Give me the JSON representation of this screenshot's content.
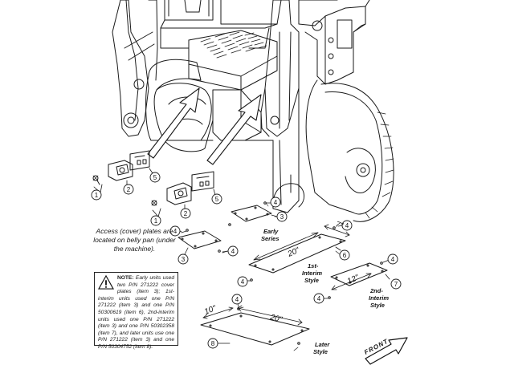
{
  "access_text": "Access (cover) plates are located on belly pan (under the machine).",
  "note": {
    "heading": "NOTE:",
    "body": "Early units used two P/N 271222 cover plates (item 3); 1st-interim units used one P/N 271222 (item 3) and one P/N 50300619 (item 6), 2nd-interim units used one P/N 271222 (item 3) and one P/N 50302358 (item 7), and later units use one P/N 271222 (item 3) and one P/N 50304752 (item 8)."
  },
  "callouts": [
    "1",
    "2",
    "5",
    "1",
    "2",
    "5",
    "4",
    "3",
    "4",
    "3",
    "4",
    "4",
    "6",
    "4",
    "7",
    "4",
    "4",
    "8",
    "4"
  ],
  "labels": {
    "early": [
      "Early",
      "Series"
    ],
    "interim1": [
      "1st-",
      "Interim",
      "Style"
    ],
    "interim2": [
      "2nd-",
      "Interim",
      "Style"
    ],
    "later": [
      "Later",
      "Style"
    ]
  },
  "dims": [
    "7\"",
    "20\"",
    "12\"",
    "10\"",
    "20\""
  ],
  "front": "FRONT",
  "colors": {
    "line": "#1a1a1a",
    "fill": "#ffffff"
  }
}
